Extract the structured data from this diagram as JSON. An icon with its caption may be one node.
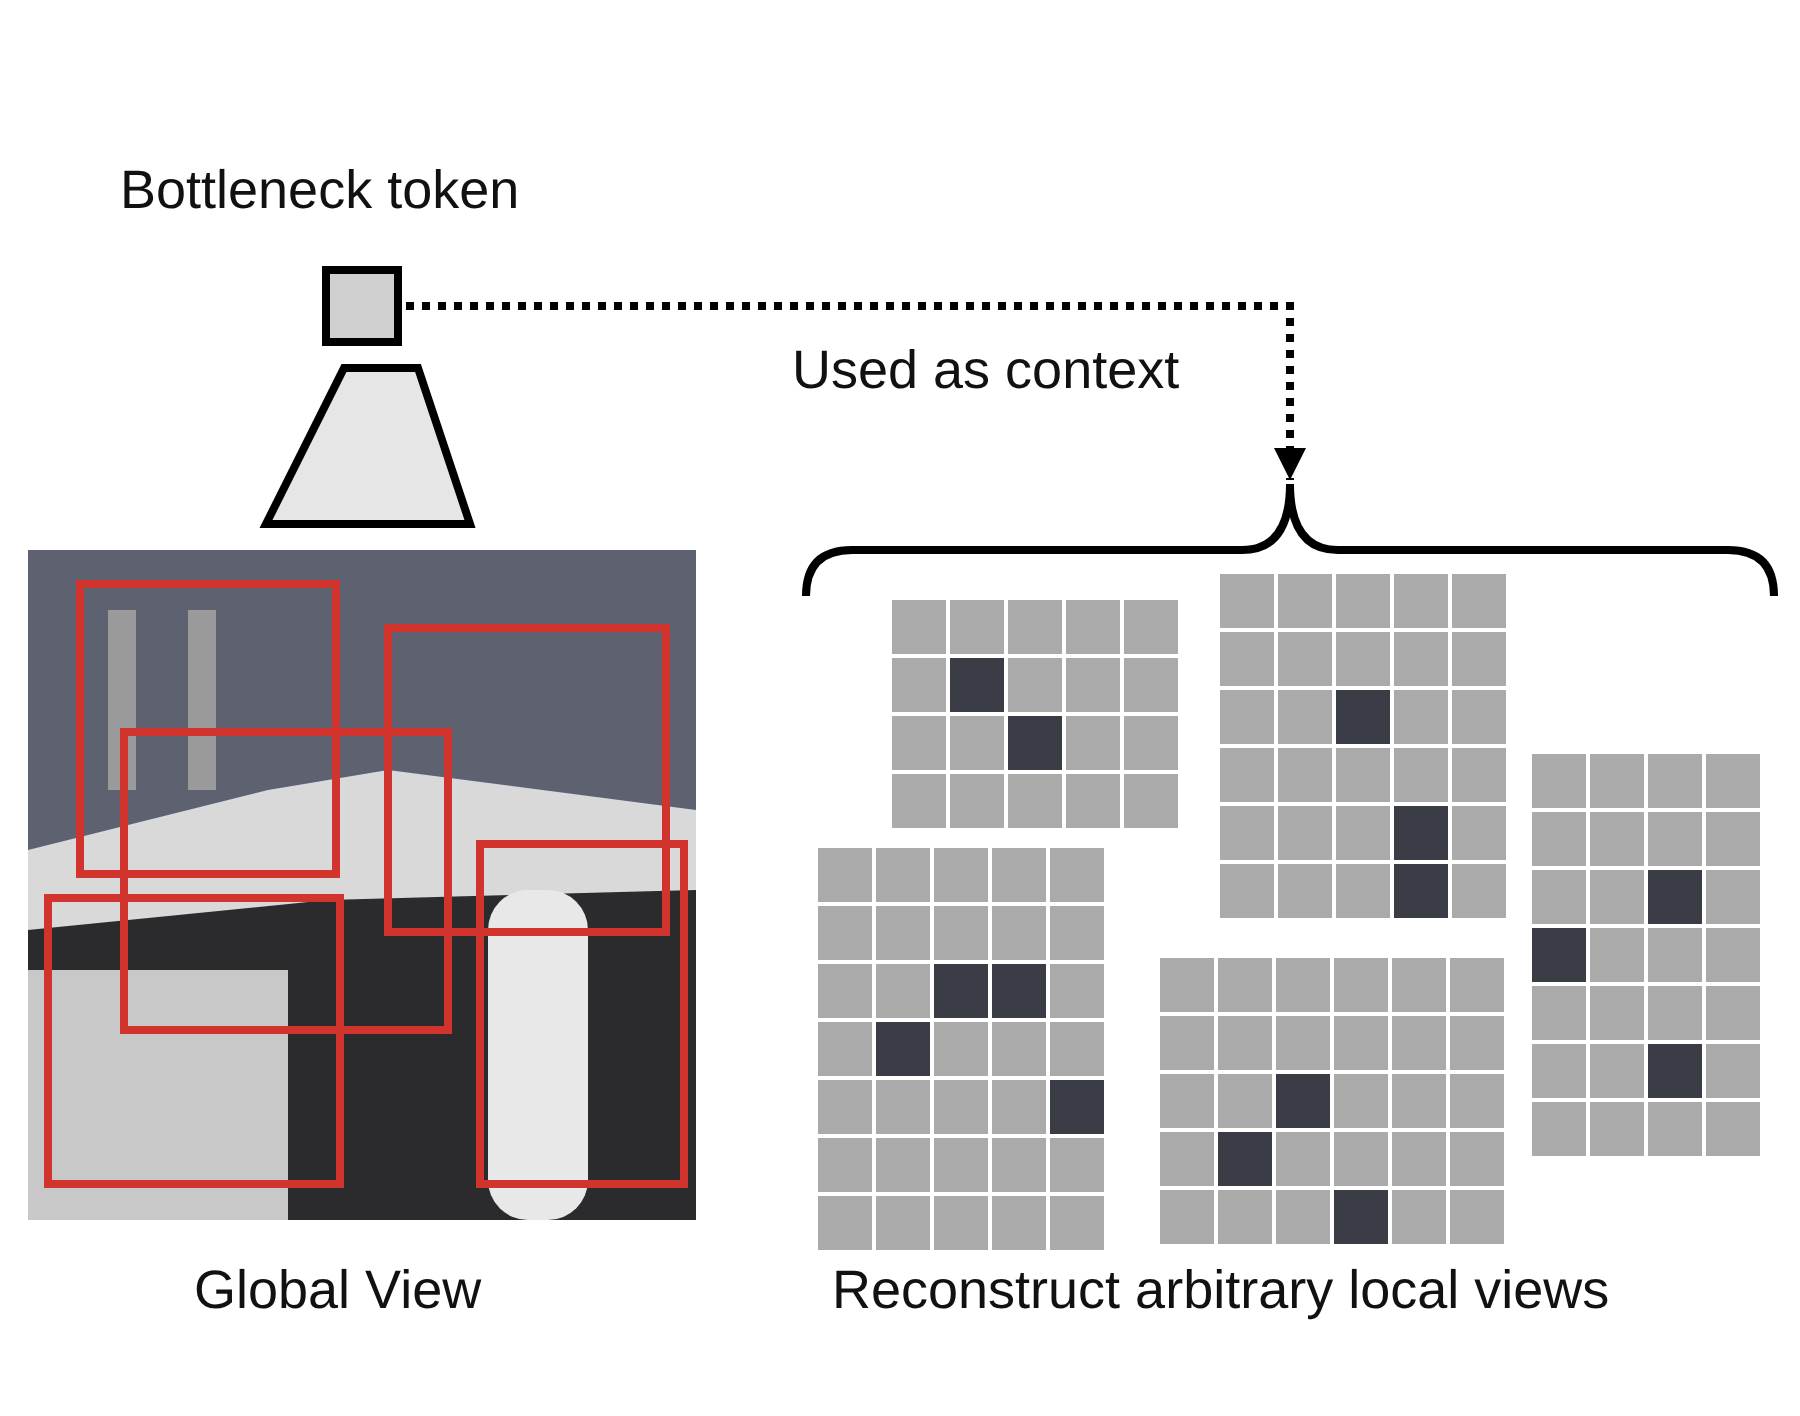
{
  "diagram": {
    "nodes": [
      {
        "text": [],
        "shape": "box",
        "beside": [
          "Bottleneck token"
        ]
      },
      {
        "text": [],
        "shape": "trapezoid"
      },
      {
        "text": [],
        "shape": "picture",
        "beside": [
          "Global View"
        ]
      },
      {
        "text": [],
        "shape": "picture",
        "beside": [
          "Reconstruct arbitrary local views"
        ]
      }
    ],
    "edges": [
      {
        "from": 0,
        "to": 3,
        "arrow": "to",
        "label": "Used as context",
        "style": "dashed"
      }
    ]
  }
}
